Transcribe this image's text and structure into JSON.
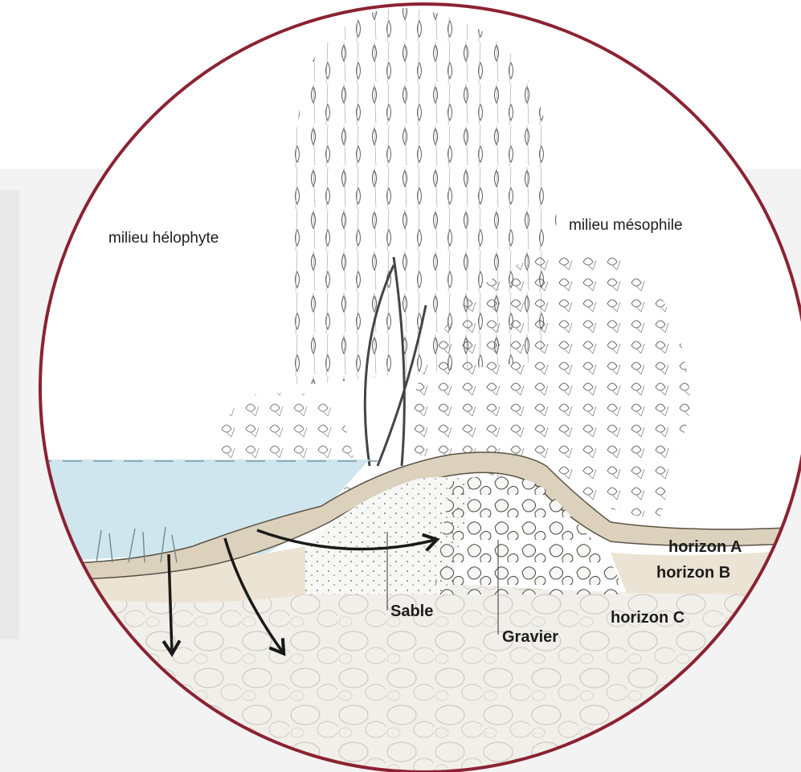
{
  "colors": {
    "frame": "#8b2232",
    "water": "#cfe6ee",
    "horizon_a": "#dcd1bd",
    "horizon_b": "#ebe3d3",
    "horizon_c": "#f1efea",
    "ink": "#1d1d1d"
  },
  "labels": {
    "helophyte": "milieu hélophyte",
    "mesophile": "milieu mésophile",
    "horizon_a": "horizon A",
    "horizon_b": "horizon B",
    "horizon_c": "horizon C",
    "sable": "Sable",
    "gravier": "Gravier"
  }
}
